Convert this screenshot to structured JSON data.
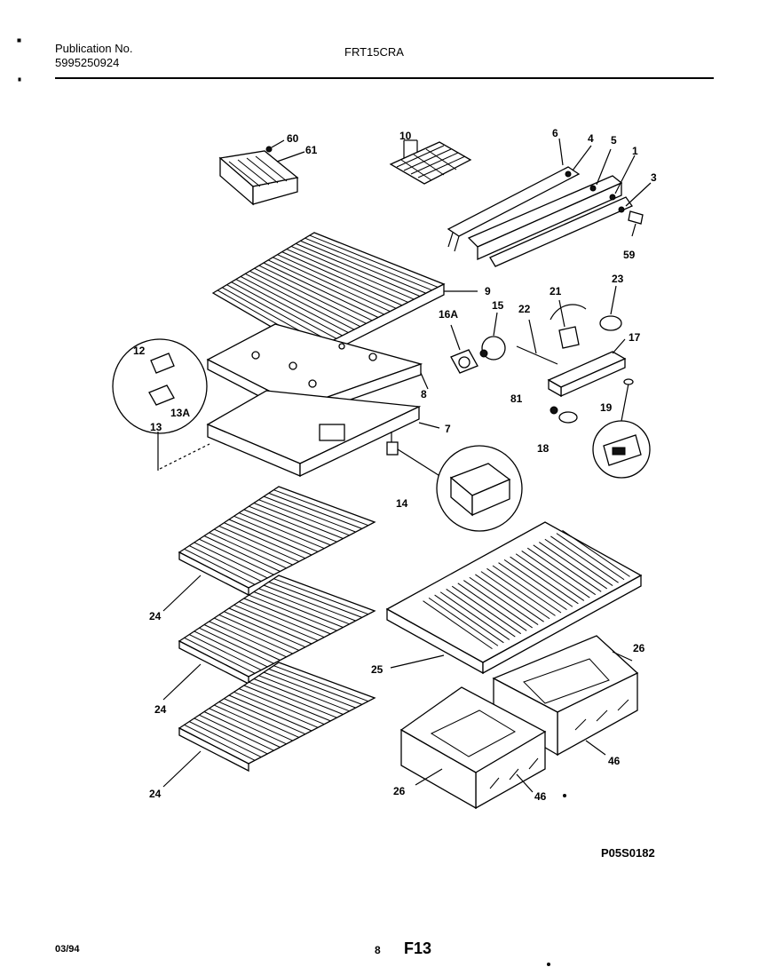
{
  "header": {
    "publication_label": "Publication No.",
    "publication_number": "5995250924",
    "model": "FRT15CRA"
  },
  "footer": {
    "date": "03/94",
    "page": "8",
    "figure": "F13",
    "drawing_id": "P05S0182"
  },
  "callouts": {
    "c60": "60",
    "c61": "61",
    "c10": "10",
    "c6": "6",
    "c4": "4",
    "c5": "5",
    "c1": "1",
    "c3": "3",
    "c59": "59",
    "c9": "9",
    "c16a": "16A",
    "c15": "15",
    "c22": "22",
    "c21": "21",
    "c23": "23",
    "c17": "17",
    "c12": "12",
    "c13a": "13A",
    "c13": "13",
    "c8": "8",
    "c7": "7",
    "c81": "81",
    "c19": "19",
    "c18": "18",
    "c14": "14",
    "c24a": "24",
    "c24b": "24",
    "c24c": "24",
    "c25": "25",
    "c26a": "26",
    "c26b": "26",
    "c46a": "46",
    "c46b": "46"
  }
}
